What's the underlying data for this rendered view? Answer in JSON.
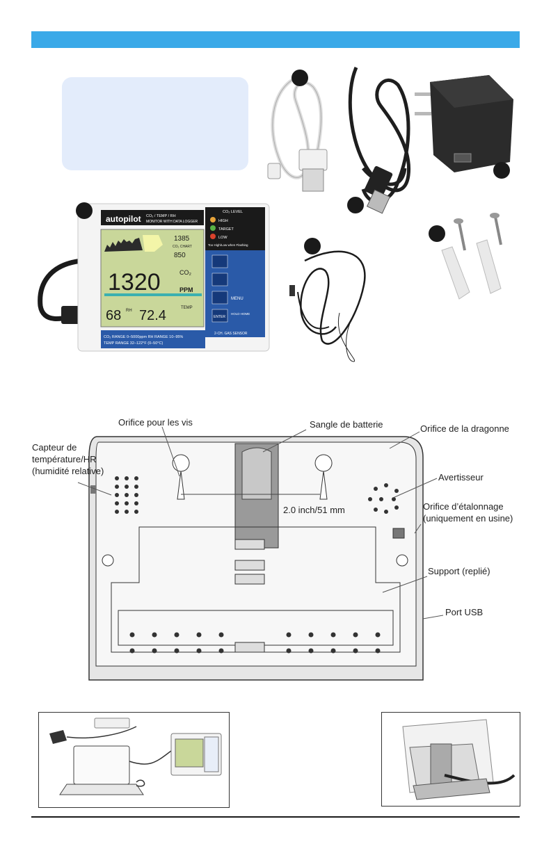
{
  "device": {
    "brand": "autopilot",
    "model_line1": "CO₂ / TEMP / RH",
    "model_line2": "MONITOR WITH DATA LOGGER",
    "co2_level_title": "CO₂ LEVEL",
    "level_high": "HIGH",
    "level_target": "TARGET",
    "level_low": "LOW",
    "flash_note": "Too High/Low when Flashing",
    "lcd_small_value": "1385",
    "lcd_avg_value": "850",
    "lcd_chart_tag": "CO₂ CHART",
    "lcd_main_value": "1320",
    "lcd_main_unit": "PPM",
    "lcd_co2_tag": "CO₂",
    "lcd_rh_value": "68",
    "lcd_rh_unit": "RH",
    "lcd_temp_value": "72.4",
    "lcd_temp_unit": "TEMP",
    "btn_menu": "MENU",
    "btn_enter": "ENTER",
    "hold_home": "HOLD HOME",
    "range_line1": "CO₂ RANGE 0–5000ppm     RH RANGE 10–95%",
    "range_line2": "TEMP RANGE 32–122°F (0–50°C)",
    "sensor_tag": "2-CH. GAS SENSOR"
  },
  "diagram": {
    "label_screw_holes": "Orifice pour les vis",
    "label_battery_strap": "Sangle de batterie",
    "label_lanyard_hole": "Orifice de la dragonne",
    "label_sensor": "Capteur de température/HR (humidité relative)",
    "label_buzzer": "Avertisseur",
    "label_calibration": "Orifice d’étalonnage (uniquement en usine)",
    "label_stand": "Support (replié)",
    "label_usb_port": "Port USB",
    "dimension": "2.0 inch/51 mm"
  },
  "colors": {
    "header_band": "#3aa9e8",
    "info_box": "#e3ecfb",
    "lcd_green": "#c9d79a",
    "device_blue": "#2a5aa8"
  }
}
